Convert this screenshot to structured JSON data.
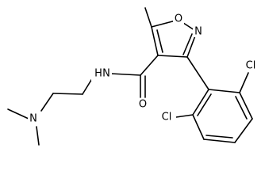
{
  "labels": {
    "ring_oxygen": "O",
    "ring_nitrogen": "N",
    "amide_nh": "N",
    "amide_h": "H",
    "carbonyl_oxygen": "O",
    "amine_nitrogen": "N",
    "chlorine_upper": "Cl",
    "chlorine_lower": "Cl"
  }
}
